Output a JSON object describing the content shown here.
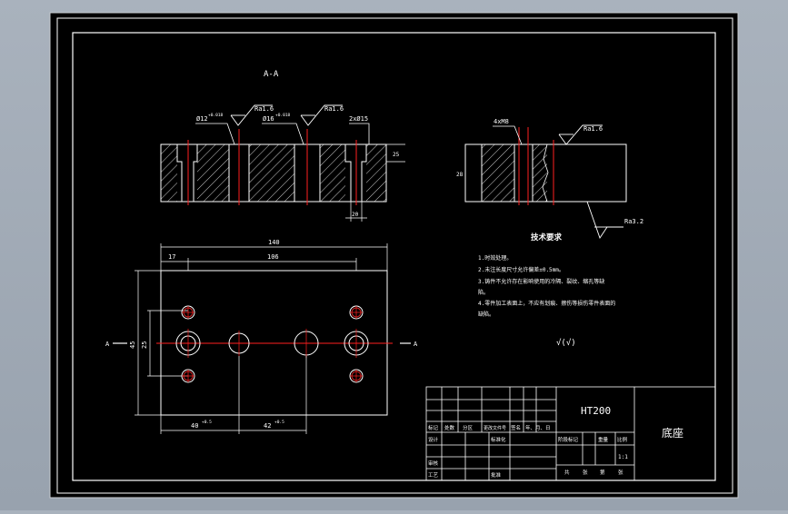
{
  "colors": {
    "background": "#000000",
    "viewport": "#a2abb6",
    "line": "#ffffff",
    "centerline": "#ff2020",
    "bolt": "#cc2222"
  },
  "section_view": {
    "label": "A-A",
    "callout_left": "Ø12",
    "callout_left_tol": "+0.018",
    "callout_mid": "Ø16",
    "callout_mid_tol": "+0.018",
    "callout_right": "2xØ15",
    "roughness_1": "Ra1.6",
    "roughness_2": "Ra1.6",
    "dim_height": "25",
    "dim_bottom": "20"
  },
  "side_view": {
    "callout_top": "4xM8",
    "roughness_top": "Ra1.6",
    "roughness_bottom": "Ra3.2",
    "dim_height": "28"
  },
  "plan_view": {
    "dim_overall": "140",
    "dim_left": "17",
    "dim_span": "106",
    "dim_vertical_1": "45",
    "dim_vertical_2": "25",
    "dim_bottom_left": "40",
    "dim_bottom_left_tol": "+0.5",
    "dim_bottom_right": "42",
    "dim_bottom_right_tol": "+0.5",
    "section_mark_left": "A",
    "section_mark_right": "A"
  },
  "tech_requirements": {
    "title": "技术要求",
    "lines": [
      "1.时效处理。",
      "2.未注长度尺寸允许偏差±0.5mm。",
      "3.铸件不允许存在影响使用的冷隔、裂纹、缩孔等缺",
      "陷。",
      "4.零件加工表面上，不应有划痕、擦伤等损伤零件表面的",
      "缺陷。"
    ],
    "general_roughness": "√(√)"
  },
  "title_block": {
    "material": "HT200",
    "part_name": "底座",
    "scale": "1:1",
    "row_labels": [
      "标记",
      "处数",
      "分区",
      "更改文件号",
      "签名",
      "年、月、日"
    ],
    "designer": "设计",
    "standardization": "标准化",
    "reviewer": "审核",
    "process": "工艺",
    "approve": "批准",
    "stage_labels": [
      "阶段标记",
      "重量",
      "比例"
    ],
    "sheet_labels": [
      "共",
      "张",
      "第",
      "张"
    ]
  }
}
